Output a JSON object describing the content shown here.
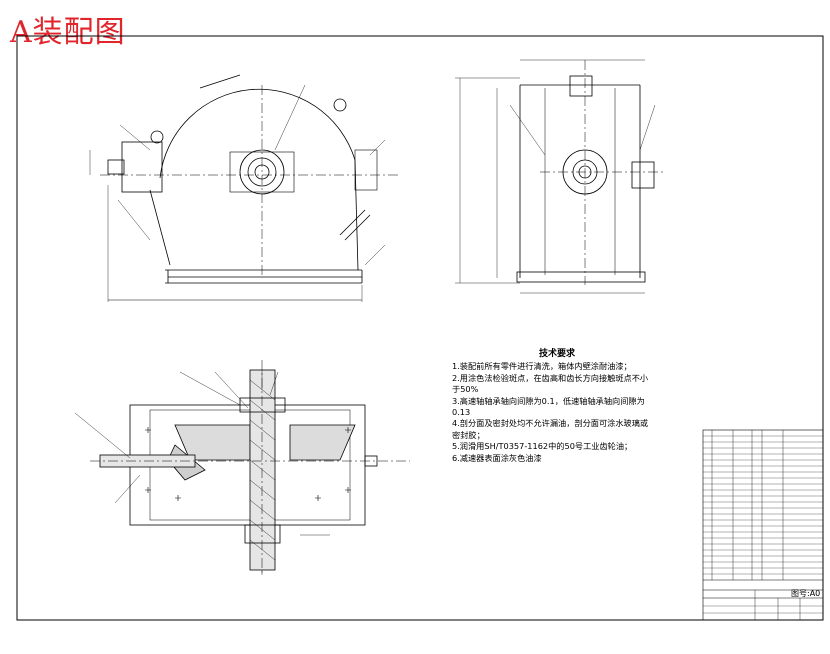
{
  "drawing": {
    "title": "A装配图",
    "tech_requirements": {
      "heading": "技术要求",
      "items": [
        "1.装配前所有零件进行清洗，箱体内壁涂耐油漆；",
        "2.用涂色法检验斑点，在齿高和齿长方向接触斑点不小",
        "于50%",
        "3.高速轴轴承轴向间隙为0.1，低速轴轴承轴向间隙为",
        "0.13",
        "4.剖分面及密封处均不允许漏油，剖分面可涂水玻璃或",
        "密封胶；",
        "5.润滑用SH/T0357-1162中的50号工业齿轮油；",
        "6.减速器表面涂灰色油漆"
      ]
    },
    "title_block": {
      "drawing_no_label": "图号:A0"
    }
  },
  "colors": {
    "title": "#e0262b",
    "line": "#000000"
  }
}
